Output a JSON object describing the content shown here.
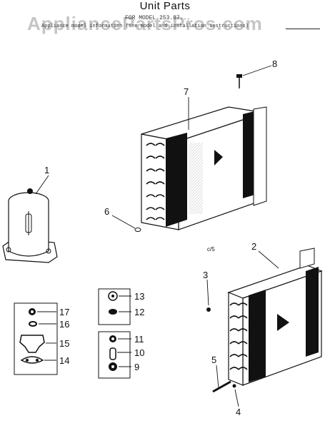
{
  "header": {
    "title": "Unit Parts",
    "watermark": "AppliancePartsPros.com",
    "model_line": "FOR MODEL 253.87...",
    "subnote": "Appliance model information (see model and installation instructions)"
  },
  "callouts": {
    "n1": "1",
    "n2": "2",
    "n3": "3",
    "n4": "4",
    "n5": "5",
    "n6": "6",
    "n7": "7",
    "n8": "8",
    "n9": "9",
    "n10": "10",
    "n11": "11",
    "n12": "12",
    "n13": "13",
    "n14": "14",
    "n15": "15",
    "n16": "16",
    "n17": "17",
    "cs": "c/5"
  },
  "parts": [
    {
      "number": "1",
      "name": "compressor"
    },
    {
      "number": "2",
      "name": "condenser-coil"
    },
    {
      "number": "3",
      "name": "screw"
    },
    {
      "number": "4",
      "name": "screw"
    },
    {
      "number": "5",
      "name": "tube"
    },
    {
      "number": "6",
      "name": "plug"
    },
    {
      "number": "7",
      "name": "evaporator-coil"
    },
    {
      "number": "8",
      "name": "screw"
    },
    {
      "number": "9",
      "name": "nut"
    },
    {
      "number": "10",
      "name": "sleeve"
    },
    {
      "number": "11",
      "name": "washer"
    },
    {
      "number": "12",
      "name": "grommet"
    },
    {
      "number": "13",
      "name": "nut"
    },
    {
      "number": "14",
      "name": "mount"
    },
    {
      "number": "15",
      "name": "clip"
    },
    {
      "number": "16",
      "name": "washer"
    },
    {
      "number": "17",
      "name": "nut"
    }
  ]
}
